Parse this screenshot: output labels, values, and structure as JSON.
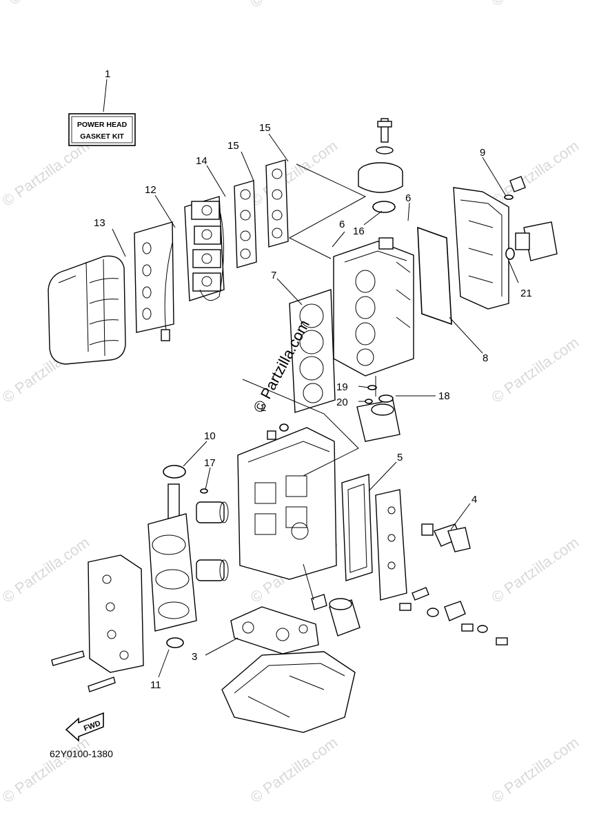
{
  "diagram": {
    "kit_label_line1": "POWER HEAD",
    "kit_label_line2": "GASKET KIT",
    "fwd_label": "FWD",
    "part_code": "62Y0100-1380",
    "center_watermark": "© Partzilla.com",
    "watermark": "© Partzilla.com",
    "callouts": {
      "c1": "1",
      "c2": "2",
      "c3": "3",
      "c4": "4",
      "c5": "5",
      "c6a": "6",
      "c6b": "6",
      "c7": "7",
      "c8": "8",
      "c9": "9",
      "c10": "10",
      "c11": "11",
      "c12": "12",
      "c13": "13",
      "c14": "14",
      "c15a": "15",
      "c15b": "15",
      "c16": "16",
      "c17": "17",
      "c18": "18",
      "c19": "19",
      "c20": "20",
      "c21": "21"
    }
  }
}
